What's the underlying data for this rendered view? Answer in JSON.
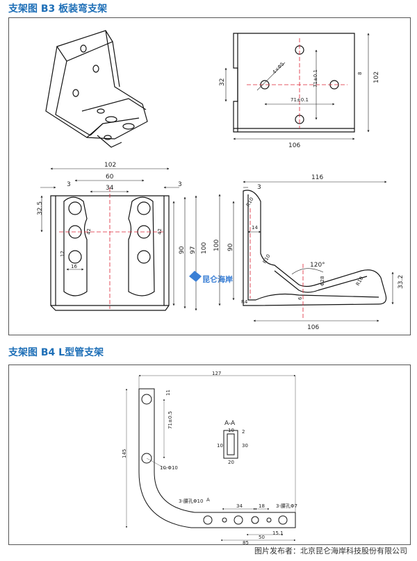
{
  "section_b3": {
    "title": "支架图 B3 板装弯支架"
  },
  "section_b4": {
    "title": "支架图 B4 L型管支架"
  },
  "watermark": {
    "text": "昆仑海岸"
  },
  "credit": {
    "text": "图片发布者：北京昆仑海岸科技股份有限公司"
  },
  "b3_top_right": {
    "d32": "32",
    "d102": "102",
    "d106": "106",
    "d71a": "71±0.1",
    "d71b": "71±0.1",
    "d8": "8",
    "dhole": "4×Φ5"
  },
  "b3_front": {
    "d102": "102",
    "d3a": "3",
    "d60": "60",
    "d3b": "3",
    "d34": "34",
    "d325": "32.5",
    "d42a": "42",
    "d42b": "42",
    "d12": "12",
    "d16": "16",
    "d90": "90",
    "d97": "97",
    "d100": "100"
  },
  "b3_side": {
    "d116": "116",
    "d3": "3",
    "d100": "100",
    "d90": "90",
    "d14": "14",
    "r10a": "R10",
    "r10b": "R10",
    "r10c": "R10",
    "a120": "120°",
    "r28": "Φ28",
    "d332": "33.2",
    "r4": "R4",
    "d6": "6",
    "d106": "106"
  },
  "b4": {
    "d127": "127",
    "d11": "11",
    "d71": "71±0.5",
    "d145": "145",
    "h10": "10-Φ10",
    "aa": "A-A",
    "s10a": "10",
    "s2": "2",
    "s30": "30",
    "s10b": "10",
    "s20": "20",
    "l3a": "3-腰孔Φ10",
    "la": "A",
    "l34": "34",
    "l18": "18",
    "l3b": "3-腰孔Φ7",
    "l85": "85",
    "l50": "50",
    "l151": "15.1"
  }
}
